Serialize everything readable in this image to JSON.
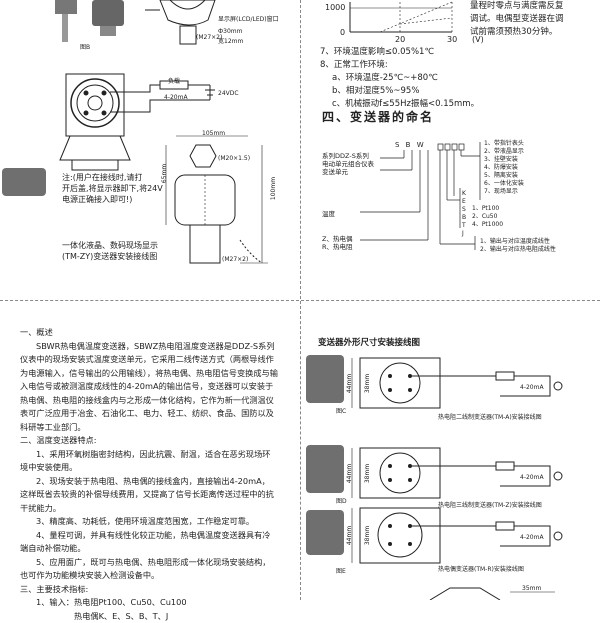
{
  "q1": {
    "fig_b_label": "图B",
    "display_label": "显示屏(LCD/LED)窗口",
    "dim_30": "Ф30mm",
    "dim_12": "宽12mm",
    "m27": "(M27×2)",
    "note_lines": [
      "注:(用户在接线时,请打",
      "开后盖,将显示器卸下,将24V",
      "电源正确接入即可!)"
    ],
    "caption_lines": [
      "一体化液晶、数码现场显示",
      "(TM-ZY)变送器安装接线图"
    ],
    "meter_label": "负载",
    "current_label": "4-20mA",
    "volt_label": "24VDC",
    "dim_105": "105mm",
    "dim_65": "65mm",
    "dim_100": "100mm",
    "m20": "(M20×1.5)",
    "m27b": "(M27×2)"
  },
  "q2": {
    "chart_y_1000": "1000",
    "chart_y_0": "0",
    "chart_x": [
      "20",
      "30"
    ],
    "chart_unit": "(V)",
    "side_text": [
      "量程时零点与满度需反复",
      "调试。电偶型变送器在调",
      "试前需须预热30分钟。"
    ],
    "item7": "7、环境温度影响≤0.05%1℃",
    "item8": "8、正常工作环境:",
    "env": [
      "a、环境温度-25℃~+80℃",
      "b、相对湿度5%~95%",
      "c、机械振动f≤55Hz振幅<0.15mm。"
    ],
    "section_title": "四、变送器的命名",
    "code_letters": "S B W",
    "series_text": [
      "系列DDZ-S系列",
      "电动单元组合仪表"
    ],
    "unit_label": "变送单元",
    "temp_label": "温度",
    "elec_types": [
      "Z、热电偶",
      "R、热电阻"
    ],
    "options": [
      "1、带指针表头",
      "2、带液晶显示",
      "3、挂壁安装",
      "4、防爆安装",
      "5、隔离安装",
      "6、一体化安装",
      "7、现场显示"
    ],
    "sensors": [
      "1、Pt100",
      "2、Cu50",
      "4、Pt1000"
    ],
    "sensors2": [
      "K",
      "E",
      "S",
      "B",
      "T",
      "J"
    ],
    "out_notes": [
      "1、输出与对应温度成线性",
      "2、输出与对应热电阻成线性"
    ]
  },
  "q3": {
    "sec1": "一、概述",
    "para1": "SBWR热电偶温度变送器，SBWZ热电阻温度变送器是DDZ-S系列仪表中的现场安装式温度变送单元，它采用二线传送方式（两根导线作为电源输入，信号输出的公用输线），将热电偶、热电阻信号变换成与输入电信号或被测温度成线性的4-20mA的输出信号，变送器可以安装于热电偶、热电阻的接线盒内与之形成一体化结构，它作为新一代测温仪表可广泛应用于冶金、石油化工、电力、轻工、纺织、食品、国防以及科研等工业部门。",
    "sec2": "二、温度变送器特点:",
    "feature1": "1、采用环氧树脂密封结构，因此抗震、耐温，适合在恶劣现场环境中安装使用。",
    "feature2": "2、现场安装于热电阻、热电偶的接线盒内，直接输出4-20mA，这样既省去较贵的补偿导线费用，又提高了信号长距离传送过程中的抗干扰能力。",
    "feature3": "3、精度高、功耗低，使用环境温度范围宽，工作稳定可靠。",
    "feature4": "4、量程可调，并具有线性化较正功能，热电偶温度变送器具有冷端自动补偿功能。",
    "feature5": "5、应用面广，既可与热电偶、热电阻形成一体化现场安装结构，也可作为功能模块安装入检测设备中。",
    "sec3": "三、主要技术指标:",
    "spec1": "1、输入：热电阻Pt100、Cu50、Cu100",
    "spec1b": "热电偶K、E、S、B、T、J"
  },
  "q4": {
    "title": "变送器外形尺寸安装接线图",
    "dim_44": "44mm",
    "dim_38": "38mm",
    "current": "4-20mA",
    "fig_c": "图C",
    "fig_d": "图D",
    "fig_e": "图E",
    "cap_c": "热电阻二线制变送器(TM-A)安装接线图",
    "cap_d": "热电阻三线制变送器(TM-Z)安装接线图",
    "cap_e": "热电偶变送器(TM-R)安装接线图",
    "dim_35": "35mm"
  }
}
